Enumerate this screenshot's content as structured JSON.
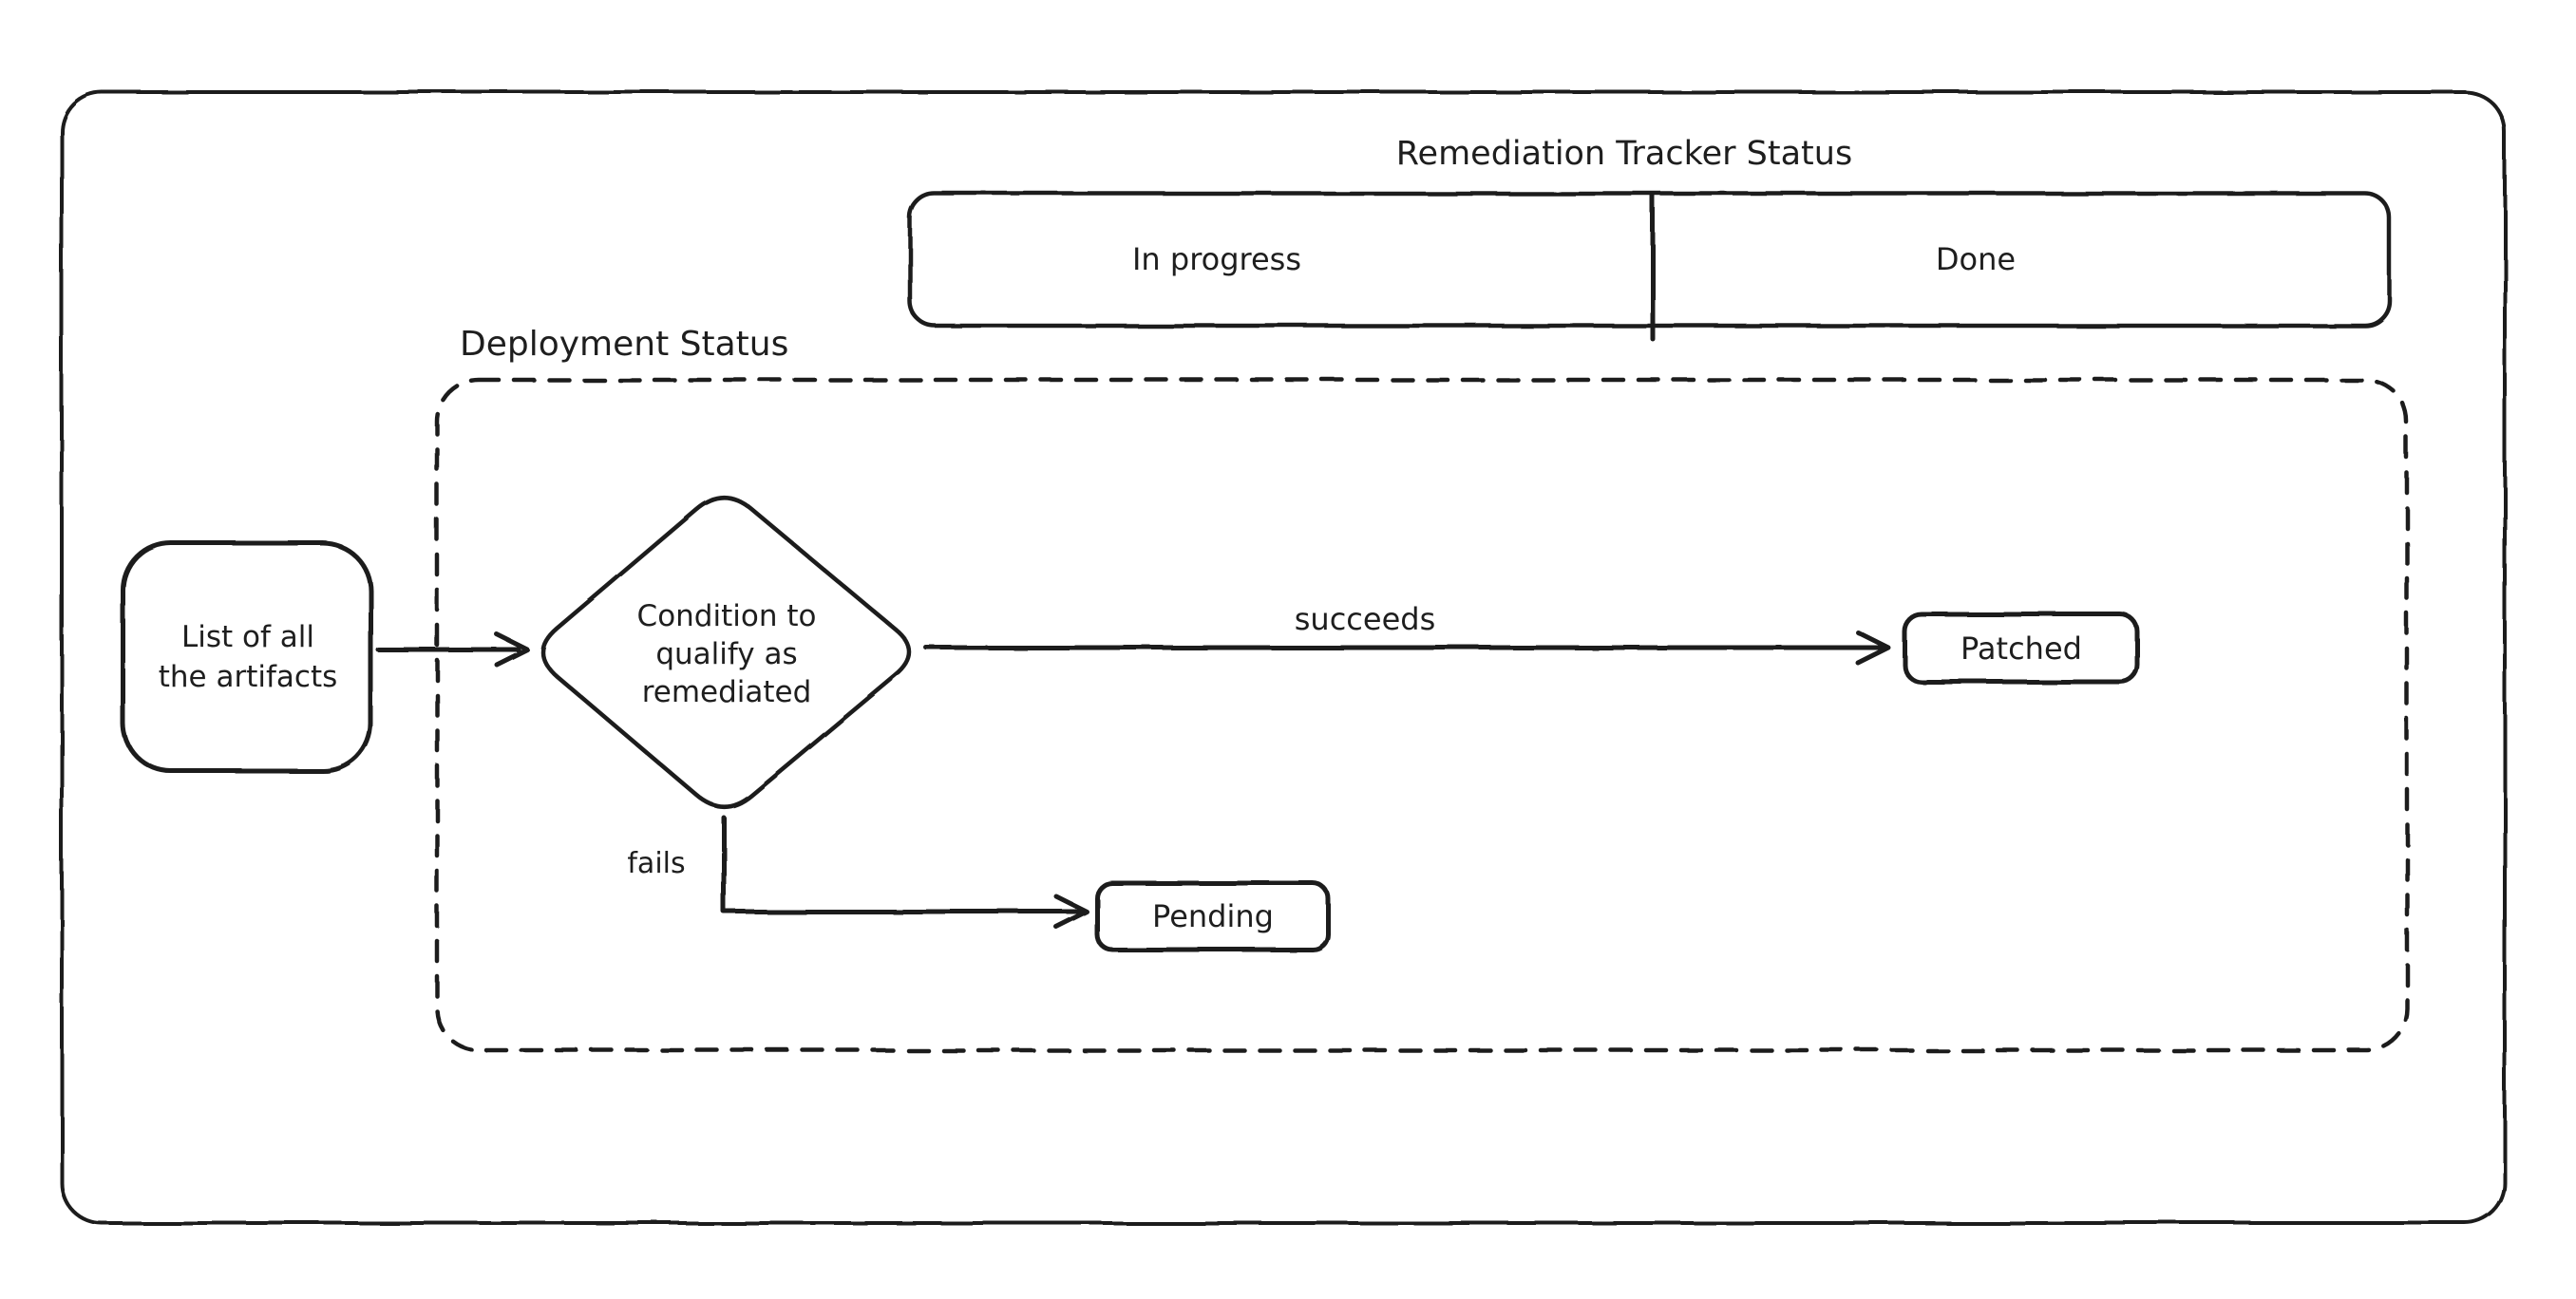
{
  "colors": {
    "stroke": "#1e1e1e",
    "background": "#ffffff"
  },
  "tracker": {
    "title": "Remediation Tracker Status",
    "columns": [
      {
        "label": "In progress"
      },
      {
        "label": "Done"
      }
    ]
  },
  "deployment": {
    "label": "Deployment Status",
    "artifacts_node": {
      "line1": "List of all",
      "line2": "the artifacts"
    },
    "condition_node": {
      "line1": "Condition to",
      "line2": "qualify as",
      "line3": "remediated"
    },
    "patched_node": {
      "label": "Patched"
    },
    "pending_node": {
      "label": "Pending"
    },
    "edge_succeeds": {
      "label": "succeeds"
    },
    "edge_fails": {
      "label": "fails"
    }
  }
}
